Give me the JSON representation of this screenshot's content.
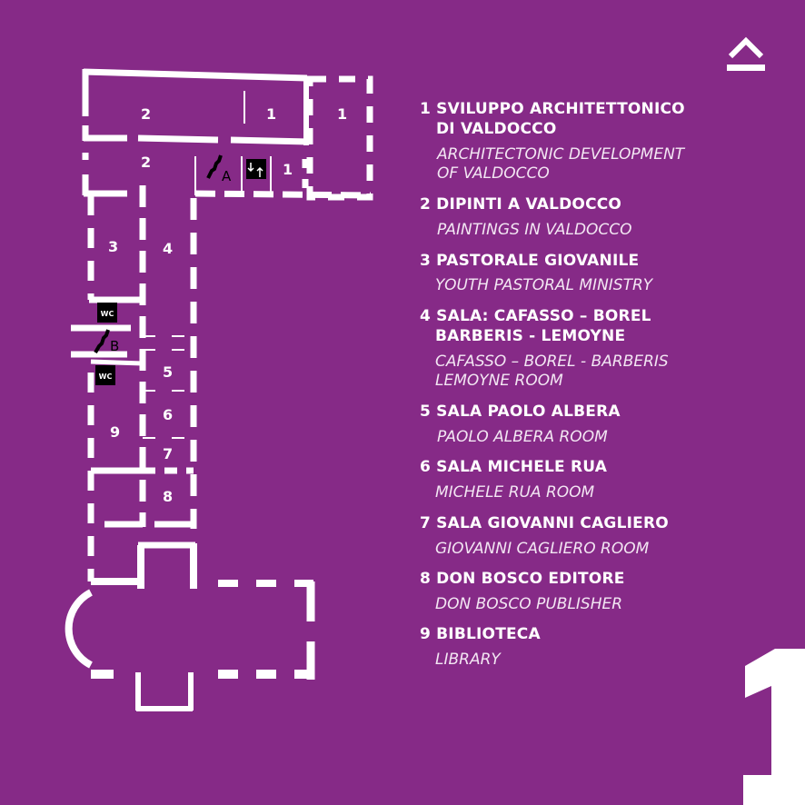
{
  "floor_number": "1",
  "icons": {
    "top_right": "floor-up-icon",
    "stairs": "stairs-icon",
    "elevator": "elevator-icon",
    "toilet": "wc-icon"
  },
  "map": {
    "room_labels": [
      "2",
      "1",
      "1",
      "2",
      "1",
      "3",
      "4",
      "5",
      "6",
      "7",
      "8",
      "9"
    ],
    "stairs_a": "A",
    "stairs_b": "B",
    "wc": "WC"
  },
  "legend": [
    {
      "title": [
        "1 SVILUPPO ARCHITETTONICO",
        "DI VALDOCCO"
      ],
      "english": [
        "ARCHITECTONIC DEVELOPMENT",
        "OF VALDOCCO"
      ]
    },
    {
      "title": [
        "2 DIPINTI A VALDOCCO"
      ],
      "english": [
        "PAINTINGS IN VALDOCCO"
      ]
    },
    {
      "title": [
        "3 PASTORALE GIOVANILE"
      ],
      "english": [
        "YOUTH PASTORAL MINISTRY"
      ]
    },
    {
      "title": [
        "4 SALA: CAFASSO – BOREL",
        "BARBERIS - LEMOYNE"
      ],
      "english": [
        "CAFASSO – BOREL - BARBERIS",
        "LEMOYNE ROOM"
      ]
    },
    {
      "title": [
        "5 SALA PAOLO ALBERA"
      ],
      "english": [
        "PAOLO ALBERA ROOM"
      ]
    },
    {
      "title": [
        "6 SALA MICHELE RUA"
      ],
      "english": [
        "MICHELE RUA ROOM"
      ]
    },
    {
      "title": [
        "7 SALA GIOVANNI CAGLIERO"
      ],
      "english": [
        "GIOVANNI CAGLIERO ROOM"
      ]
    },
    {
      "title": [
        "8 DON BOSCO EDITORE"
      ],
      "english": [
        "DON BOSCO PUBLISHER"
      ]
    },
    {
      "title": [
        "9 BIBLIOTECA"
      ],
      "english": [
        "LIBRARY"
      ]
    }
  ],
  "colors": {
    "background": "#862a87",
    "foreground": "#ffffff"
  }
}
